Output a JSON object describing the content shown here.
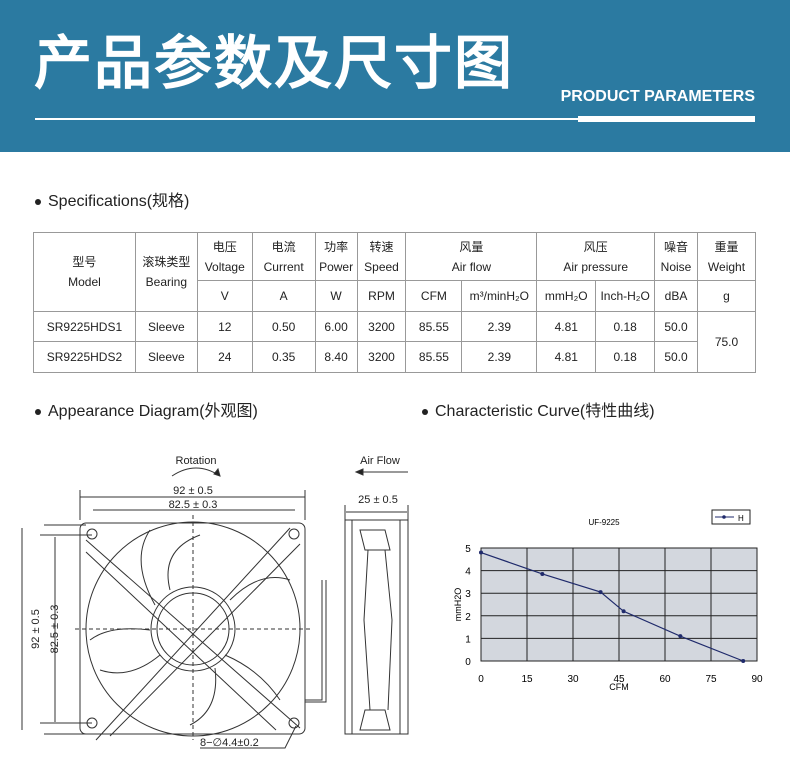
{
  "header": {
    "title": "产品参数及尺寸图",
    "subtitle": "PRODUCT PARAMETERS",
    "color": "#2b7aa1"
  },
  "specs": {
    "heading": "Specifications(规格)",
    "columns": [
      {
        "cn": "型号",
        "en": "Model"
      },
      {
        "cn": "滚珠类型",
        "en": "Bearing"
      },
      {
        "cn": "电压",
        "en": "Voltage",
        "unit": "V"
      },
      {
        "cn": "电流",
        "en": "Current",
        "unit": "A"
      },
      {
        "cn": "功率",
        "en": "Power",
        "unit": "W"
      },
      {
        "cn": "转速",
        "en": "Speed",
        "unit": "RPM"
      },
      {
        "cn": "风量",
        "en": "Air flow",
        "units": [
          "CFM",
          "m³/minH₂O"
        ]
      },
      {
        "cn": "风压",
        "en": "Air pressure",
        "units": [
          "mmH₂O",
          "Inch-H₂O"
        ]
      },
      {
        "cn": "噪音",
        "en": "Noise",
        "unit": "dBA"
      },
      {
        "cn": "重量",
        "en": "Weight",
        "unit": "g"
      }
    ],
    "rows": [
      [
        "SR9225HDS1",
        "Sleeve",
        "12",
        "0.50",
        "6.00",
        "3200",
        "85.55",
        "2.39",
        "4.81",
        "0.18",
        "50.0"
      ],
      [
        "SR9225HDS2",
        "Sleeve",
        "24",
        "0.35",
        "8.40",
        "3200",
        "85.55",
        "2.39",
        "4.81",
        "0.18",
        "50.0"
      ]
    ],
    "weight": "75.0"
  },
  "appearance": {
    "heading": "Appearance Diagram(外观图)",
    "rotation": "Rotation",
    "air_flow": "Air Flow",
    "dim_outer": "92 ± 0.5",
    "dim_inner": "82.5 ± 0.3",
    "dim_depth": "25 ± 0.5",
    "dim_hole": "8−∅4.4±0.2"
  },
  "curve": {
    "heading": "Characteristic Curve(特性曲线)"
  },
  "chart_data": {
    "type": "line",
    "title": "UF-9225",
    "xlabel": "CFM",
    "ylabel": "mmH2O",
    "xlim": [
      0,
      90
    ],
    "ylim": [
      0,
      5
    ],
    "xticks": [
      0,
      15,
      30,
      45,
      60,
      75,
      90
    ],
    "yticks": [
      0,
      1,
      2,
      3,
      4,
      5
    ],
    "grid": true,
    "legend": "top-right",
    "plot_bg": "#d3d7de",
    "line_color": "#1f2a6b",
    "series": [
      {
        "name": "H",
        "x": [
          0,
          20,
          39,
          46.5,
          65,
          85.5
        ],
        "y": [
          4.8,
          3.85,
          3.05,
          2.2,
          1.1,
          0
        ]
      }
    ]
  }
}
